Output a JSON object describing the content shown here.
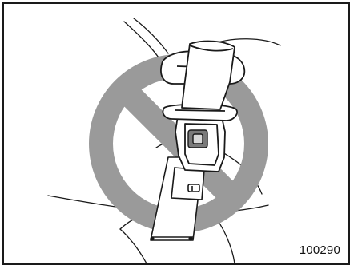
{
  "figure": {
    "number": "100290",
    "symbol": "prohibition-sign",
    "subject": "seat-belt-latch-plate-through-buckle",
    "colors": {
      "prohibition": "#9a9a9a",
      "line_art": "#1a1a1a",
      "buckle_window": "#7a7a7a",
      "background": "#ffffff"
    }
  }
}
